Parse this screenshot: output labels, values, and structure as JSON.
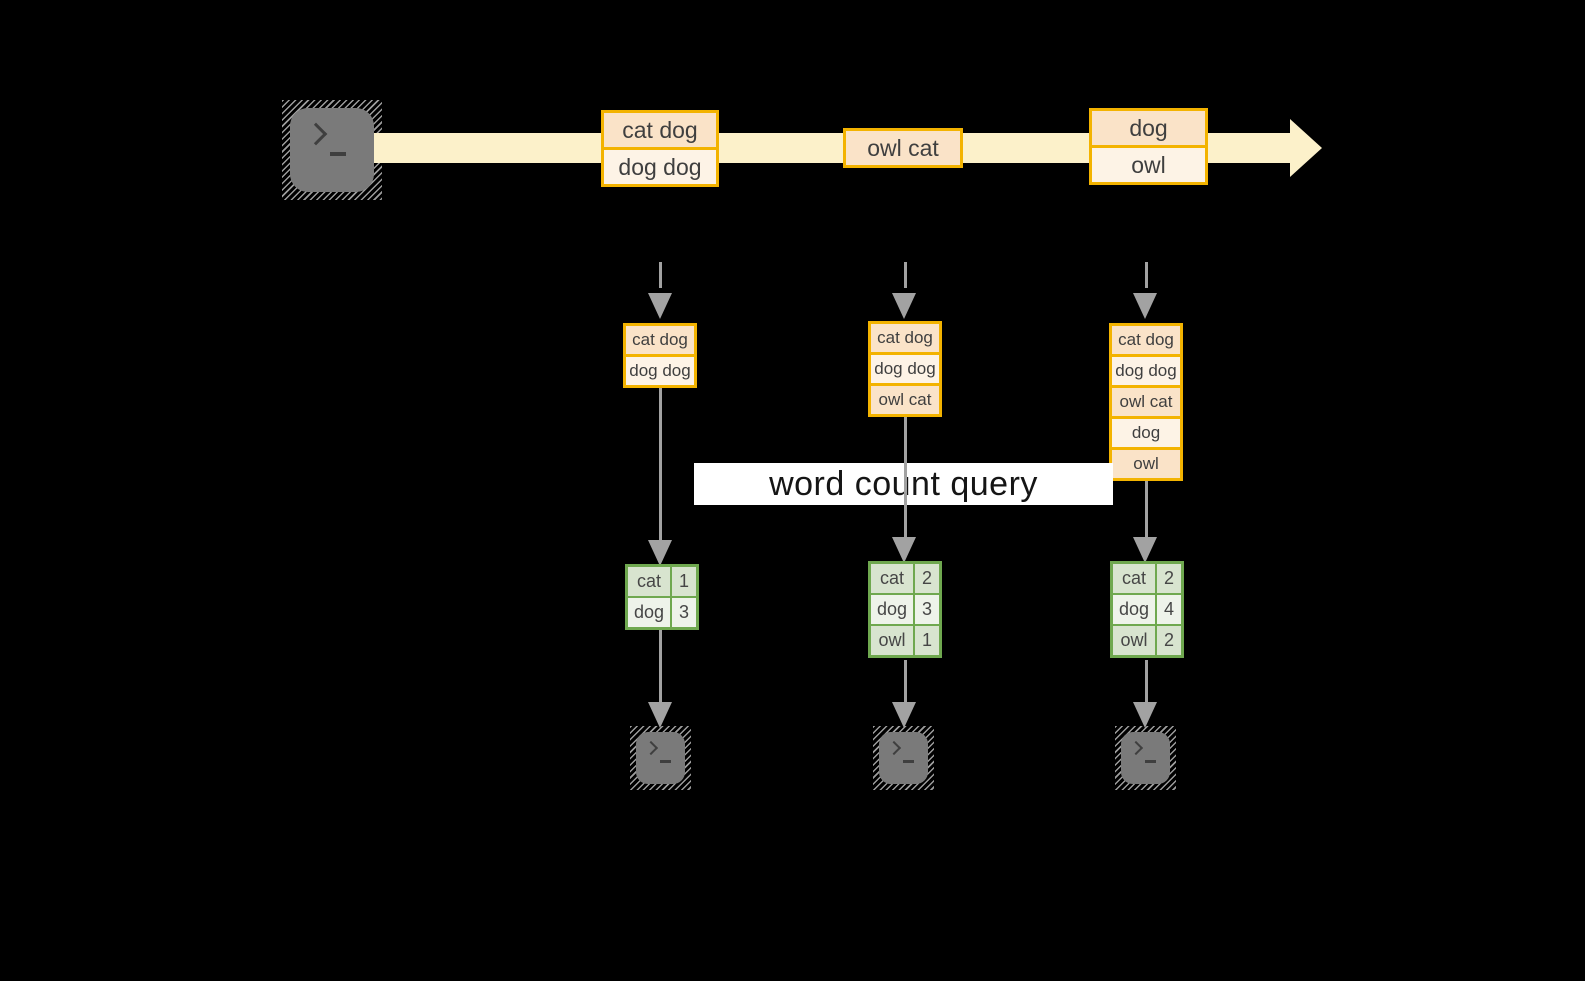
{
  "banner": {
    "label": "word count query"
  },
  "stream": {
    "source_icon": "terminal-icon",
    "events": [
      {
        "records": [
          "cat dog",
          "dog dog"
        ]
      },
      {
        "records": [
          "owl cat"
        ]
      },
      {
        "records": [
          "dog",
          "owl"
        ]
      }
    ]
  },
  "snapshots": [
    {
      "buffer": [
        "cat dog",
        "dog dog"
      ],
      "counts": [
        {
          "word": "cat",
          "count": "1"
        },
        {
          "word": "dog",
          "count": "3"
        }
      ],
      "sink_icon": "terminal-icon"
    },
    {
      "buffer": [
        "cat dog",
        "dog dog",
        "owl cat"
      ],
      "counts": [
        {
          "word": "cat",
          "count": "2"
        },
        {
          "word": "dog",
          "count": "3"
        },
        {
          "word": "owl",
          "count": "1"
        }
      ],
      "sink_icon": "terminal-icon"
    },
    {
      "buffer": [
        "cat dog",
        "dog dog",
        "owl cat",
        "dog",
        "owl"
      ],
      "counts": [
        {
          "word": "cat",
          "count": "2"
        },
        {
          "word": "dog",
          "count": "4"
        },
        {
          "word": "owl",
          "count": "2"
        }
      ],
      "sink_icon": "terminal-icon"
    }
  ],
  "colors": {
    "background": "#000000",
    "stream_band": "#fcf1ca",
    "box_border_gold": "#f3b300",
    "cell_peach_dark": "#fae3c8",
    "cell_peach_light": "#fdf3e6",
    "table_border_green": "#6fa84f",
    "table_row_dark": "#d8e4cf",
    "table_row_light": "#eef3ea",
    "arrow_gray": "#a2a2a2",
    "terminal_gray": "#7a7a7a",
    "banner_bg": "#ffffff",
    "text_dark": "#3f3f3f"
  }
}
